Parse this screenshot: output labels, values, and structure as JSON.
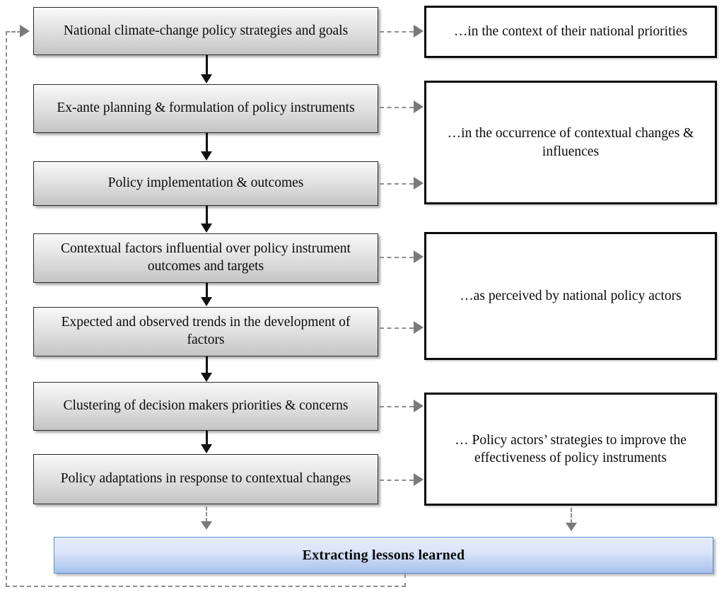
{
  "diagram": {
    "title": "Policy analysis framework flowchart",
    "process_steps": [
      {
        "id": "step-1",
        "label": "National climate-change policy strategies and goals"
      },
      {
        "id": "step-2",
        "label": "Ex-ante planning & formulation of policy instruments"
      },
      {
        "id": "step-3",
        "label": "Policy implementation & outcomes"
      },
      {
        "id": "step-4",
        "label": "Contextual factors influential over policy instrument outcomes and targets"
      },
      {
        "id": "step-5",
        "label": "Expected and observed trends in the development of factors"
      },
      {
        "id": "step-6",
        "label": "Clustering of decision makers priorities & concerns"
      },
      {
        "id": "step-7",
        "label": "Policy adaptations in response to contextual changes"
      }
    ],
    "annotations": [
      {
        "id": "note-1",
        "label": "…in the context of their national priorities"
      },
      {
        "id": "note-2",
        "label": "…in the occurrence of contextual changes & influences"
      },
      {
        "id": "note-3",
        "label": "…as perceived by national policy actors"
      },
      {
        "id": "note-4",
        "label": "… Policy actors’ strategies to improve the effectiveness of policy instruments"
      }
    ],
    "summary": {
      "id": "summary-bar",
      "label": "Extracting lessons learned"
    },
    "colors": {
      "process_box_fill_top": "#fbfbfb",
      "process_box_fill_bottom": "#c4c4c4",
      "process_box_border": "#2b2b2b",
      "annotation_border": "#0a0a0a",
      "annotation_fill": "#ffffff",
      "summary_fill_top": "#e4ecfb",
      "summary_fill_bottom": "#a6c0ea",
      "summary_border": "#5b8fd0",
      "solid_connector": "#111111",
      "dashed_connector": "#8e8e8e"
    }
  }
}
